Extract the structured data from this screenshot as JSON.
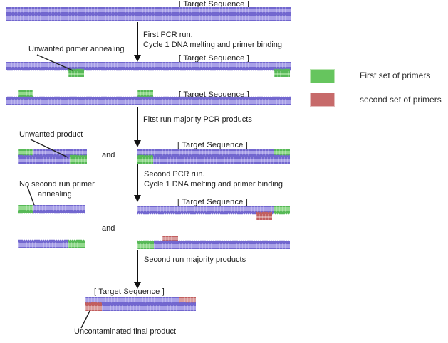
{
  "labels": {
    "target_sequence": "[ Target Sequence ]",
    "unwanted_primer_annealing": "Unwanted primer annealing",
    "unwanted_product": "Unwanted product",
    "no_second_run_primer_line1": "No second run primer",
    "no_second_run_primer_line2": "annealing",
    "and": "and",
    "uncontaminated_final_product": "Uncontaminated final product"
  },
  "steps": {
    "step1_line1": "First PCR run.",
    "step1_line2": "Cycle 1 DNA melting and primer binding",
    "step2": "Fitst run majority PCR products",
    "step3_line1": "Second PCR run.",
    "step3_line2": "Cycle 1 DNA melting and primer binding",
    "step4": "Second run majority products"
  },
  "legend": {
    "items": [
      {
        "label": "First set of primers",
        "color": "#66c55e"
      },
      {
        "label": "second set of primers",
        "color": "#c76a6a"
      }
    ]
  },
  "colors": {
    "dna_strand": "#7a6fd3",
    "first_primer_green": "#66c55e",
    "second_primer_red": "#c76a6a",
    "arrow": "#111111"
  }
}
